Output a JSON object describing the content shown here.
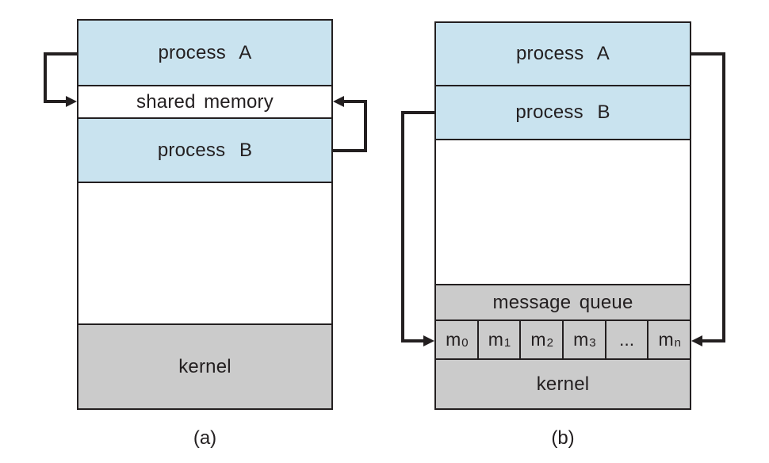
{
  "figure": {
    "caption_a": "(a)",
    "caption_b": "(b)"
  },
  "diagram_a": {
    "process_a_label": "process A",
    "shared_memory_label": "shared memory",
    "process_b_label": "process B",
    "kernel_label": "kernel"
  },
  "diagram_b": {
    "process_a_label": "process A",
    "process_b_label": "process B",
    "message_queue_label": "message queue",
    "kernel_label": "kernel",
    "queue_cells": [
      {
        "base": "m",
        "sub": "0"
      },
      {
        "base": "m",
        "sub": "1"
      },
      {
        "base": "m",
        "sub": "2"
      },
      {
        "base": "m",
        "sub": "3"
      },
      {
        "base": "...",
        "sub": ""
      },
      {
        "base": "m",
        "sub": "n"
      }
    ]
  },
  "colors": {
    "process_fill": "#c9e3ef",
    "kernel_fill": "#cbcbcb",
    "line": "#231f20",
    "background": "#ffffff"
  }
}
